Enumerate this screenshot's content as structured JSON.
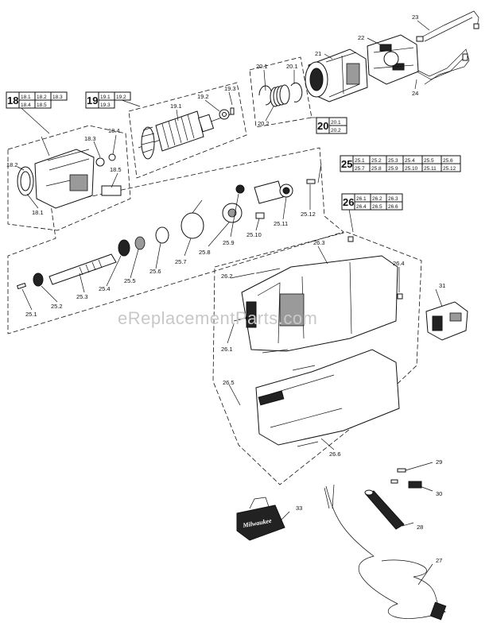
{
  "watermark": "eReplacementParts.com",
  "case_logo": "Milwaukee",
  "callouts": {
    "c23": "23",
    "c22": "22",
    "c21": "21",
    "c24": "24",
    "c20_1a": "20.1",
    "c20_1b": "20.1",
    "c20_2": "20.2",
    "c19_1": "19.1",
    "c19_2": "19.2",
    "c19_3": "19.3",
    "c18_1": "18.1",
    "c18_2": "18.2",
    "c18_3": "18.3",
    "c18_4": "18.4",
    "c18_5": "18.5",
    "c25_1": "25.1",
    "c25_2": "25.2",
    "c25_3": "25.3",
    "c25_4": "25.4",
    "c25_5": "25.5",
    "c25_6": "25.6",
    "c25_7": "25.7",
    "c25_8": "25.8",
    "c25_9": "25.9",
    "c25_10": "25.10",
    "c25_11": "25.11",
    "c25_12": "25.12",
    "c26_1": "26.1",
    "c26_2": "26.2",
    "c26_3": "26.3",
    "c26_4": "26.4",
    "c26_5": "26.5",
    "c26_6": "26.6",
    "c27": "27",
    "c28": "28",
    "c29": "29",
    "c30": "30",
    "c31": "31",
    "c33": "33"
  },
  "assemblies": {
    "a18": {
      "num": "18",
      "cells": [
        "18.1",
        "18.2",
        "18.3",
        "18.4",
        "18.5"
      ]
    },
    "a19": {
      "num": "19",
      "cells": [
        "19.1",
        "19.2",
        "19.3"
      ]
    },
    "a20": {
      "num": "20",
      "cells": [
        "20.1",
        "20.2"
      ]
    },
    "a25": {
      "num": "25",
      "cells": [
        "25.1",
        "25.2",
        "25.3",
        "25.4",
        "25.5",
        "25.6",
        "25.7",
        "25.8",
        "25.9",
        "25.10",
        "25.11",
        "25.12"
      ]
    },
    "a26": {
      "num": "26",
      "cells": [
        "26.1",
        "26.2",
        "26.3",
        "26.4",
        "26.5",
        "26.6"
      ]
    }
  }
}
